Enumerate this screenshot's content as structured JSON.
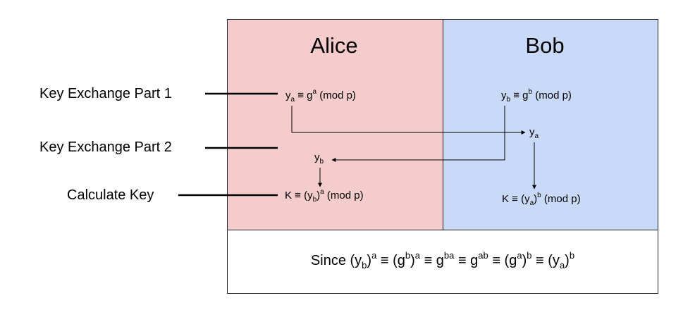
{
  "labels": {
    "key_exchange_1": "Key Exchange Part 1",
    "key_exchange_2": "Key Exchange Part 2",
    "calculate_key": "Calculate Key"
  },
  "alice": {
    "title": "Alice",
    "public_value_eq": {
      "var": "y",
      "sub": "a",
      "mid": " ≡ g",
      "sup": "a",
      "tail": " (mod p)"
    },
    "received": {
      "var": "y",
      "sub": "b"
    },
    "key_eq": {
      "head": "K ≡ (y",
      "sub": "b",
      "close": ")",
      "sup": "a",
      "tail": " (mod p)"
    }
  },
  "bob": {
    "title": "Bob",
    "public_value_eq": {
      "var": "y",
      "sub": "b",
      "mid": " ≡ g",
      "sup": "b",
      "tail": " (mod p)"
    },
    "received": {
      "var": "y",
      "sub": "a"
    },
    "key_eq": {
      "head": "K ≡ (y",
      "sub": "a",
      "close": ")",
      "sup": "b",
      "tail": " (mod p)"
    }
  },
  "summary": {
    "p1": "Since (y",
    "s1": "b",
    "p2": ")",
    "e1": "a",
    "p3": " ≡ (g",
    "e2": "b",
    "p4": ")",
    "e3": "a",
    "p5": " ≡ g",
    "e4": "ba",
    "p6": " ≡ g",
    "e5": "ab",
    "p7": " ≡ (g",
    "e6": "a",
    "p8": ")",
    "e7": "b",
    "p9": " ≡ (y",
    "s2": "a",
    "p10": ")",
    "e8": "b"
  },
  "colors": {
    "alice_bg": "#f4cccc",
    "bob_bg": "#c9daf8",
    "border": "#222222"
  }
}
